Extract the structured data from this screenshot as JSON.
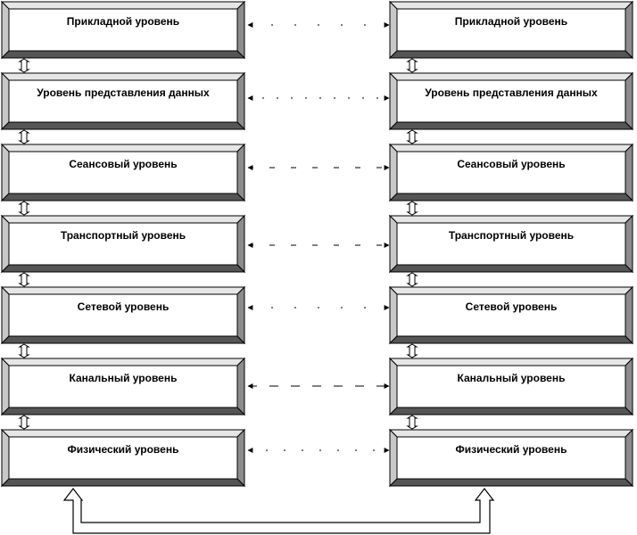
{
  "diagram": {
    "left_stack": {
      "layers": [
        {
          "label": "Прикладной уровень"
        },
        {
          "label": "Уровень представления данных"
        },
        {
          "label": "Сеансовый уровень"
        },
        {
          "label": "Транспортный уровень"
        },
        {
          "label": "Сетевой уровень"
        },
        {
          "label": "Канальный уровень"
        },
        {
          "label": "Физический уровень"
        }
      ]
    },
    "right_stack": {
      "layers": [
        {
          "label": "Прикладной уровень"
        },
        {
          "label": "Уровень представления данных"
        },
        {
          "label": "Сеансовый уровень"
        },
        {
          "label": "Транспортный уровень"
        },
        {
          "label": "Сетевой уровень"
        },
        {
          "label": "Канальный уровень"
        },
        {
          "label": "Физический уровень"
        }
      ]
    },
    "colors": {
      "box_face": "#ffffff",
      "bevel_light": "#e6e6e6",
      "bevel_mid": "#c8c8c8",
      "bevel_dark": "#8c8c8c",
      "bevel_darkest": "#555555",
      "stroke": "#000000"
    },
    "connections": {
      "peer_links": "dashed double-headed arrows",
      "vertical_links": "double-headed hollow arrows",
      "physical_medium": "hollow U-shaped channel"
    }
  }
}
